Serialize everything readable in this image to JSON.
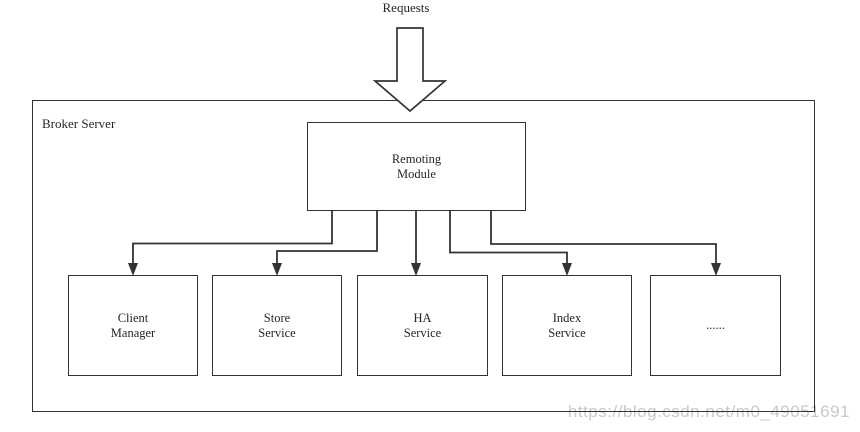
{
  "diagram": {
    "requests_label": "Requests",
    "broker_server_label": "Broker Server",
    "remoting_module": {
      "line1": "Remoting",
      "line2": "Module"
    },
    "modules": [
      {
        "line1": "Client",
        "line2": "Manager"
      },
      {
        "line1": "Store",
        "line2": "Service"
      },
      {
        "line1": "HA",
        "line2": "Service"
      },
      {
        "line1": "Index",
        "line2": "Service"
      },
      {
        "line1": "......"
      }
    ],
    "watermark": "https://blog.csdn.net/m0_49051691",
    "colors": {
      "line": "#333333",
      "text": "#262626",
      "watermark": "#c6c6c6",
      "background": "#ffffff"
    }
  }
}
